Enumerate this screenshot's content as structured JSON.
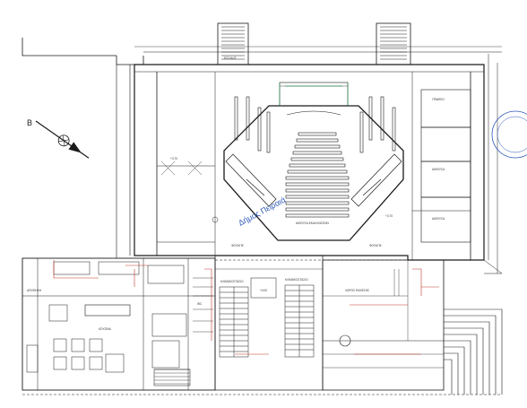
{
  "drawing": {
    "line_color": "#1a1a1a",
    "annotation_color": "#c0392b",
    "stamp_color": "#2b56b8",
    "stamp_text": "Δήμος Πειραιά",
    "north_label": "Β",
    "labels": {
      "top_right_room": "ΓΡΑΦΕΙΟ",
      "right_room_1": "ΑΙΘΟΥΣΑ",
      "right_room_2": "ΑΙΘΟΥΣΑ",
      "auditorium": "ΑΙΘΟΥΣΑ ΕΚΔΗΛΩΣΕΩΝ",
      "foyer_left": "ΦΟΥΑΓΙΕ",
      "foyer_right": "ΦΟΥΑΓΙΕ",
      "stair_left": "ΚΛΙΜΑΚΟΣΤΑΣΙΟ",
      "stair_mid": "ΚΛΙΜΑΚΟΣΤΑΣΙΟ",
      "kitchen": "ΚΟΥΖΙΝΑ",
      "wc": "WC",
      "storage": "ΑΠΟΘΗΚΗ",
      "hall_right": "ΧΩΡΟΣ ΕΚΘΕΣΗΣ",
      "entrance": "ΕΙΣΟΔΟΣ",
      "level_1": "+3.70",
      "level_2": "+3.70",
      "level_3": "+0.00"
    }
  }
}
